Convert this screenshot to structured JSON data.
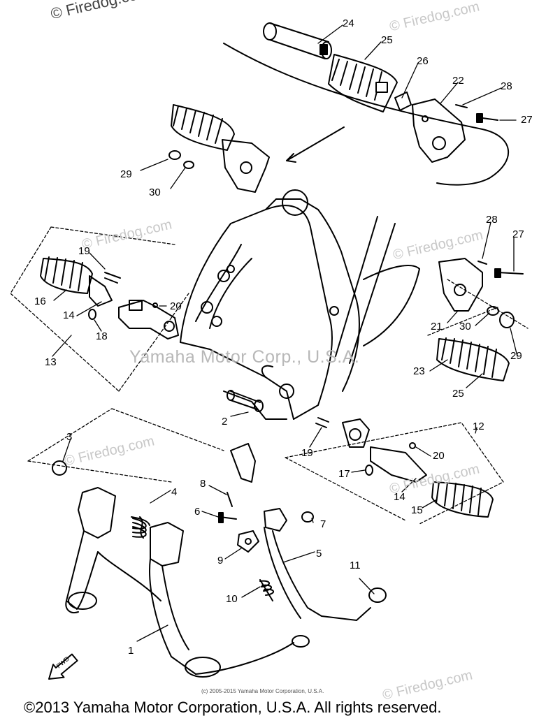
{
  "watermarks": {
    "top_left": "© Firedog.com",
    "diagonal": "© Firedog.com",
    "center": "Yamaha Motor Corp., U.S.A."
  },
  "copyright_small": "(c) 2005-2015 Yamaha Motor Corporation, U.S.A.",
  "copyright_main": "©2013 Yamaha Motor Corporation, U.S.A. All rights reserved.",
  "fwd_label": "FWD",
  "callouts": {
    "c24": "24",
    "c25a": "25",
    "c26": "26",
    "c22": "22",
    "c28a": "28",
    "c27a": "27",
    "c29a": "29",
    "c30a": "30",
    "c28b": "28",
    "c27b": "27",
    "c19a": "19",
    "c16": "16",
    "c14a": "14",
    "c20a": "20",
    "c18": "18",
    "c13": "13",
    "c21": "21",
    "c30b": "30",
    "c29b": "29",
    "c23": "23",
    "c25b": "25",
    "c2": "2",
    "c12": "12",
    "c3": "3",
    "c19b": "19",
    "c20b": "20",
    "c17": "17",
    "c14b": "14",
    "c15": "15",
    "c8": "8",
    "c4": "4",
    "c6": "6",
    "c7": "7",
    "c9": "9",
    "c5": "5",
    "c11": "11",
    "c10": "10",
    "c1": "1"
  }
}
